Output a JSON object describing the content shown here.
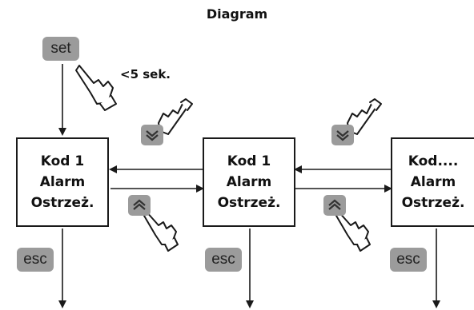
{
  "title": "Diagram",
  "note": "<5 sek.",
  "buttons": {
    "set": "set",
    "esc": "esc"
  },
  "boxes": [
    {
      "line1": "Kod 1",
      "line2": "Alarm",
      "line3": "Ostrzeż."
    },
    {
      "line1": "Kod 1",
      "line2": "Alarm",
      "line3": "Ostrzeż."
    },
    {
      "line1": "Kod....",
      "line2": "Alarm",
      "line3": "Ostrzeż."
    }
  ],
  "icons": [
    "hand-press-icon",
    "chevron-down-double-icon",
    "chevron-up-double-icon",
    "arrow-icon"
  ],
  "colors": {
    "button_fill": "#9b9b9b",
    "line": "#1a1a1a"
  }
}
